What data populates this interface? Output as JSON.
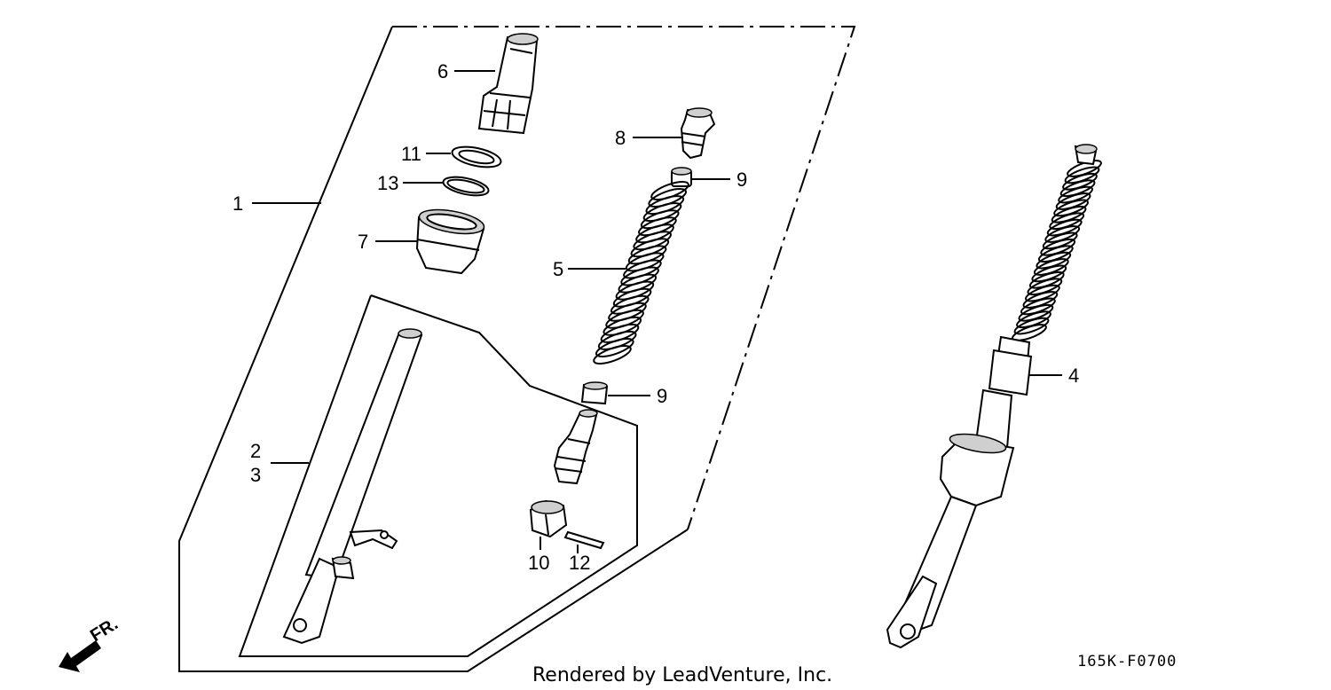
{
  "diagram": {
    "callouts": {
      "c1": "1",
      "c2": "2",
      "c3": "3",
      "c4": "4",
      "c5": "5",
      "c6": "6",
      "c7": "7",
      "c8": "8",
      "c9a": "9",
      "c9b": "9",
      "c10": "10",
      "c11": "11",
      "c12": "12",
      "c13": "13"
    },
    "direction_label": "FR.",
    "diagram_code": "165K-F0700",
    "credit": "Rendered by LeadVenture, Inc."
  }
}
